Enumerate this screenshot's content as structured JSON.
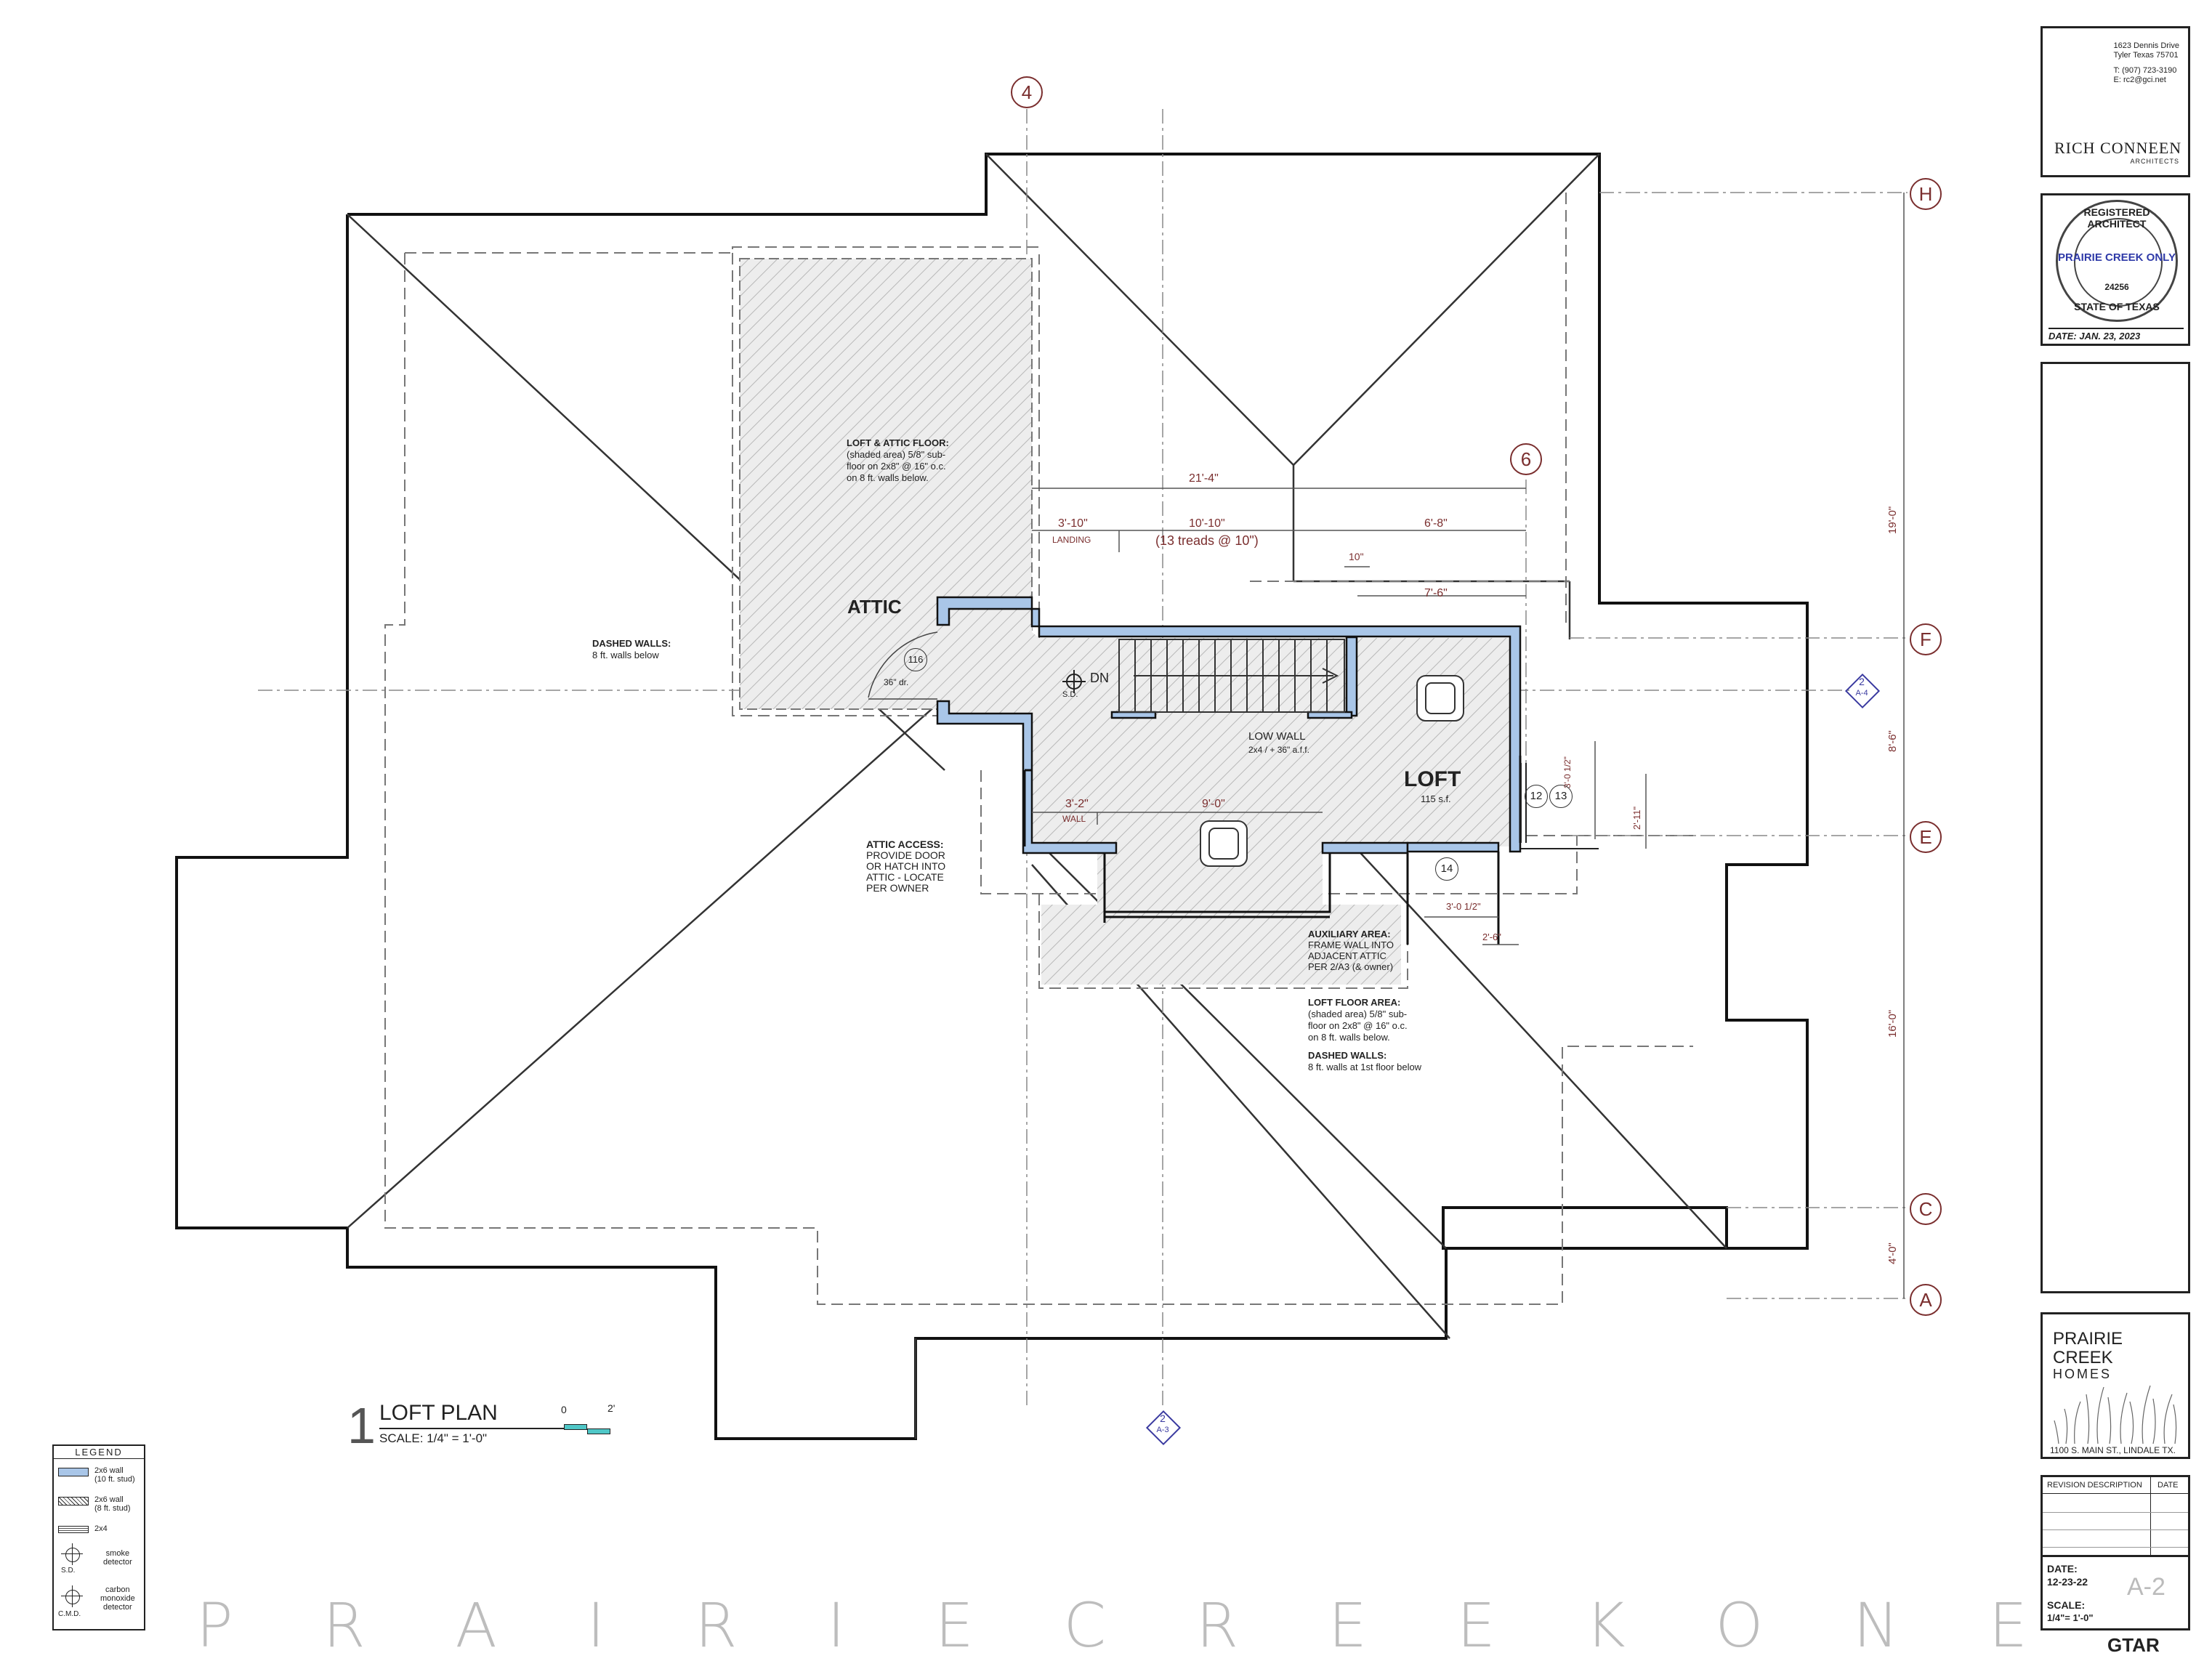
{
  "firm": {
    "address1": "1623 Dennis Drive",
    "address2": "Tyler Texas 75701",
    "phone": "T: (907) 723-3190",
    "email": "E: rc2@gci.net",
    "logo_text": "RICH CONNEEN",
    "logo_sub": "ARCHITECTS"
  },
  "seal": {
    "ring_top": "REGISTERED ARCHITECT",
    "ring_bottom": "STATE OF TEXAS",
    "number": "24256",
    "overlay": "PRAIRIE CREEK ONLY",
    "date": "DATE: JAN. 23, 2023"
  },
  "client": {
    "logo_line1": "PRAIRIE",
    "logo_line2": "CREEK",
    "logo_line3": "HOMES",
    "address": "1100 S. MAIN ST., LINDALE TX."
  },
  "revision": {
    "col1": "REVISION DESCRIPTION",
    "col2": "DATE"
  },
  "sheet_info": {
    "date_label": "DATE:",
    "date_value": "12-23-22",
    "scale_label": "SCALE:",
    "scale_value": "1/4\"= 1'-0\"",
    "sheet_number": "A-2",
    "footer_logo": "GTAR"
  },
  "plan_title": {
    "number": "1",
    "title": "LOFT PLAN",
    "scale": "SCALE:  1/4\" = 1'-0\"",
    "bar_0": "0",
    "bar_2": "2'"
  },
  "legend": {
    "title": "LEGEND",
    "items": [
      {
        "label1": "2x6 wall",
        "label2": "(10 ft. stud)"
      },
      {
        "label1": "2x6 wall",
        "label2": "(8 ft. stud)"
      },
      {
        "label1": "2x4",
        "label2": ""
      },
      {
        "label1": "smoke",
        "label2": "detector",
        "tag": "S.D."
      },
      {
        "label1": "carbon",
        "label2": "monoxide",
        "label3": "detector",
        "tag": "C.M.D."
      }
    ]
  },
  "grid_bubbles": {
    "g4": "4",
    "g6": "6",
    "gH": "H",
    "gF": "F",
    "gE": "E",
    "gC": "C",
    "gA": "A"
  },
  "section_marks": [
    {
      "num": "2",
      "sheet": "A-4"
    },
    {
      "num": "2",
      "sheet": "A-3"
    }
  ],
  "rooms": {
    "attic": "ATTIC",
    "loft": "LOFT",
    "loft_area": "115 s.f.",
    "door_tag": "116",
    "door_size": "36\" dr.",
    "dn": "DN",
    "sd": "S.D.",
    "win12": "12",
    "win13": "13",
    "win14": "14"
  },
  "dimensions": {
    "d21_4": "21'-4\"",
    "d3_10": "3'-10\"",
    "landing": "LANDING",
    "d10_10": "10'-10\"",
    "treads": "(13 treads @ 10\")",
    "d6_8": "6'-8\"",
    "d10": "10\"",
    "d7_6": "7'-6\"",
    "d3_2": "3'-2\"",
    "wall": "WALL",
    "d9_0": "9'-0\"",
    "d3_0_5": "3'-0 1/2\"",
    "d2_6": "2'-6\"",
    "d3_0_5v": "3'-0 1/2\"",
    "d2_11": "2'-11\"",
    "d19_0": "19'-0\"",
    "d8_6": "8'-6\"",
    "d16_0": "16'-0\"",
    "d4_0": "4'-0\""
  },
  "notes": {
    "loft_attic_floor": {
      "head": "LOFT & ATTIC FLOOR:",
      "l1": "(shaded area) 5/8\" sub-",
      "l2": "floor on 2x8\" @ 16\" o.c.",
      "l3": "on 8 ft. walls below."
    },
    "dashed_walls1": {
      "head": "DASHED WALLS:",
      "l1": "8 ft. walls below"
    },
    "low_wall": {
      "head": "LOW WALL",
      "l1": "2x4 / + 36\" a.f.f."
    },
    "attic_access": {
      "head": "ATTIC ACCESS:",
      "l1": "PROVIDE DOOR",
      "l2": "OR HATCH INTO",
      "l3": "ATTIC - LOCATE",
      "l4": "PER OWNER"
    },
    "auxiliary": {
      "head": "AUXILIARY AREA:",
      "l1": "FRAME WALL INTO",
      "l2": "ADJACENT ATTIC",
      "l3": "PER 2/A3 (& owner)"
    },
    "loft_floor": {
      "head": "LOFT FLOOR AREA:",
      "l1": "(shaded area) 5/8\" sub-",
      "l2": "floor on 2x8\" @ 16\" o.c.",
      "l3": "on 8 ft. walls below."
    },
    "dashed_walls2": {
      "head": "DASHED WALLS:",
      "l1": "8 ft. walls at 1st floor below"
    }
  },
  "bottom_title": [
    "P",
    "R",
    "A",
    "I",
    "R",
    "I",
    "E",
    "C",
    "R",
    "E",
    "E",
    "K",
    "O",
    "N",
    "E"
  ]
}
